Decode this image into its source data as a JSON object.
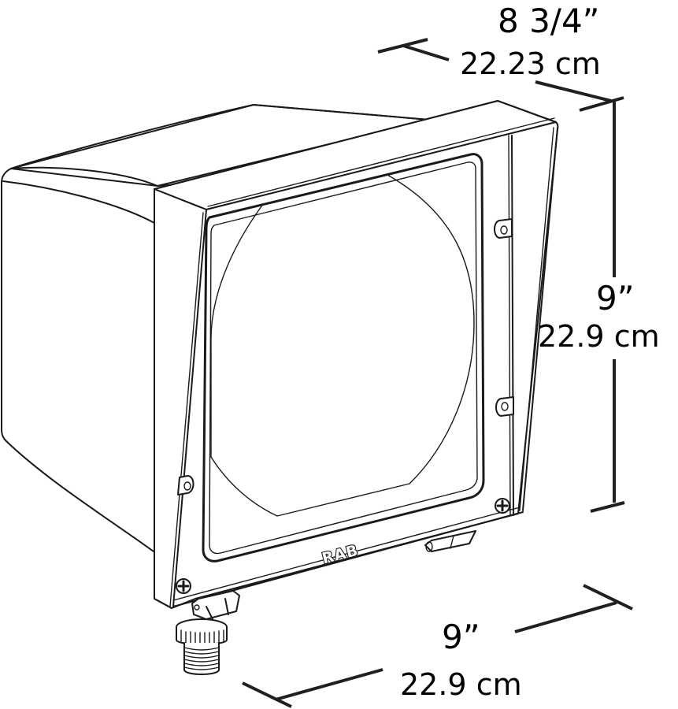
{
  "diagram": {
    "subject": "Flood light fixture dimensional drawing",
    "brand_logo": "RAB",
    "colors": {
      "line": "#1a1a1a",
      "background": "#ffffff",
      "dimension_line": "#231f20"
    }
  },
  "dimensions": {
    "depth": {
      "inches": "8 3/4”",
      "cm": "22.23 cm"
    },
    "height": {
      "inches": "9”",
      "cm": "22.9 cm"
    },
    "width": {
      "inches": "9”",
      "cm": "22.9 cm"
    }
  }
}
